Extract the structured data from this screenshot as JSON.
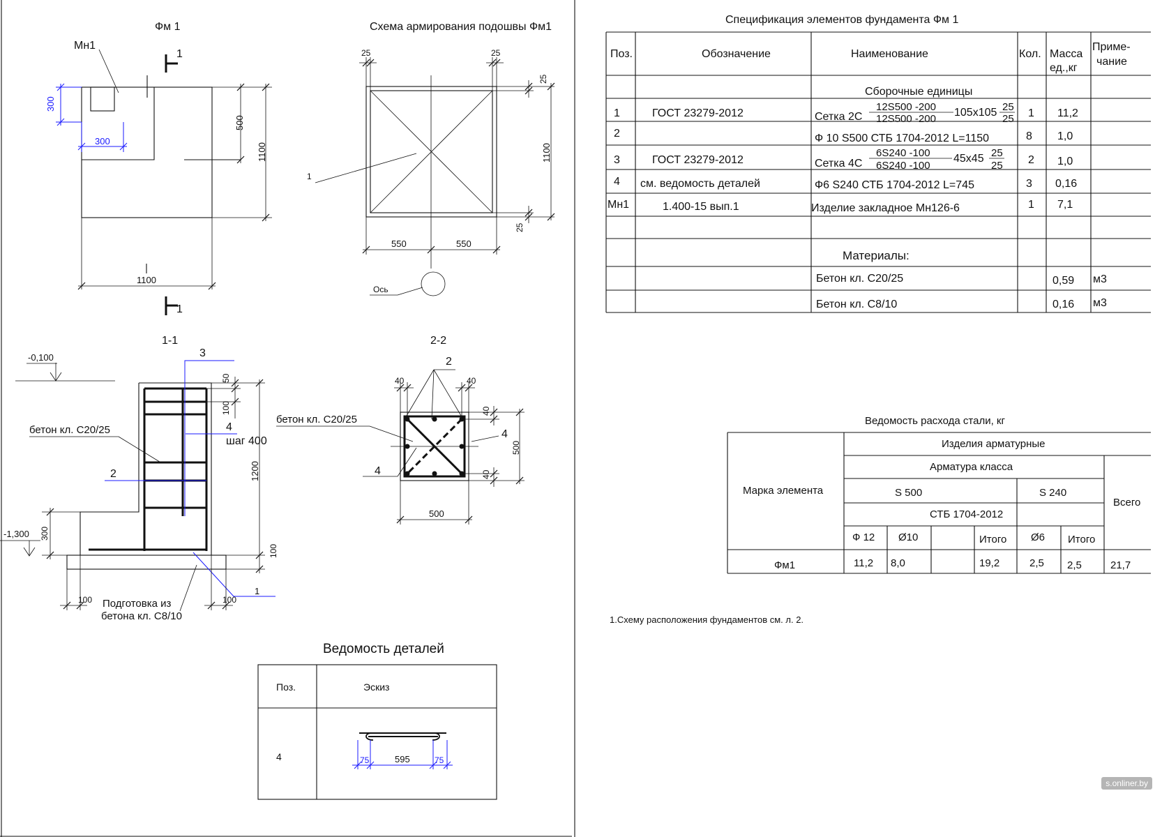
{
  "views": {
    "plan_title": "Фм 1",
    "embed_label": "Мн1",
    "cut_mark_top": "1",
    "cut_mark_bottom": "1",
    "plan_dim_300_v": "300",
    "plan_dim_300_h": "300",
    "plan_dim_500": "500",
    "plan_dim_1100_v": "1100",
    "plan_dim_1100_h": "1100",
    "reinf_title": "Схема армирования подошвы Фм1",
    "reinf_dim_25_tl": "25",
    "reinf_dim_25_tr": "25",
    "reinf_dim_25_rt": "25",
    "reinf_dim_25_rb": "25",
    "reinf_dim_1100": "1100",
    "reinf_dim_550_l": "550",
    "reinf_dim_550_r": "550",
    "reinf_pos_1": "1",
    "axis_label": "Ось",
    "section_11_title": "1-1",
    "level_top": "-0,100",
    "level_bottom": "-1,300",
    "concrete_label_11": "бетон кл. С20/25",
    "pos_3": "3",
    "pos_4": "4",
    "step_400": "шаг 400",
    "pos_2": "2",
    "pos_1": "1",
    "sec_dim_50": "50",
    "sec_dim_100_top": "100",
    "sec_dim_1200": "1200",
    "sec_dim_300": "300",
    "sec_dim_100_bot": "100",
    "sec_dim_100_left": "100",
    "sec_dim_100_right": "100",
    "prep_label_1": "Подготовка из",
    "prep_label_2": "бетона кл. С8/10",
    "section_22_title": "2-2",
    "s22_pos_2": "2",
    "s22_dim_40_l": "40",
    "s22_dim_40_r": "40",
    "s22_dim_40_t": "40",
    "s22_dim_40_b": "40",
    "s22_dim_500_v": "500",
    "s22_dim_500_h": "500",
    "s22_concrete": "бетон кл. С20/25",
    "s22_pos_4_right": "4",
    "s22_pos_4_left": "4"
  },
  "spec": {
    "title": "Спецификация  элементов фундамента  Фм 1",
    "headers": {
      "pos": "Поз.",
      "designation": "Обозначение",
      "name": "Наименование",
      "qty": "Кол.",
      "mass1": "Масса",
      "mass2": "ед.,кг",
      "note1": "Приме-",
      "note2": "чание"
    },
    "section_assemblies": "Сборочные единицы",
    "row1": {
      "pos": "1",
      "designation": "ГОСТ 23279-2012",
      "prefix": "Сетка 2С",
      "num": "12S500 -200",
      "den": "12S500 -200",
      "mid": "105х105",
      "fnum": "25",
      "fden": "25",
      "qty": "1",
      "mass": "11,2"
    },
    "row2": {
      "pos": "2",
      "name": "Ф 10 S500 СТБ 1704-2012 L=1150",
      "qty": "8",
      "mass": "1,0"
    },
    "row3": {
      "pos": "3",
      "designation": "ГОСТ 23279-2012",
      "prefix": "Сетка 4С",
      "num": "6S240 -100",
      "den": "6S240 -100",
      "mid": "45х45",
      "fnum": "25",
      "fden": "25",
      "qty": "2",
      "mass": "1,0"
    },
    "row4": {
      "pos": "4",
      "designation": "см. ведомость деталей",
      "name": "Ф6 S240 СТБ 1704-2012 L=745",
      "qty": "3",
      "mass": "0,16"
    },
    "row5": {
      "pos": "Мн1",
      "designation": "1.400-15 вып.1",
      "name": "Изделие закладное Мн126-6",
      "qty": "1",
      "mass": "7,1"
    },
    "section_materials": "Материалы:",
    "row6": {
      "name": "Бетон кл. С20/25",
      "mass": "0,59",
      "note": "м3"
    },
    "row7": {
      "name": "Бетон кл.  С8/10",
      "mass": "0,16",
      "note": "м3"
    }
  },
  "steel": {
    "title": "Ведомость расхода стали, кг",
    "mark_header": "Марка элемента",
    "products": "Изделия арматурные",
    "rebar_class": "Арматура класса",
    "s500": "S 500",
    "s240": "S 240",
    "standard": "СТБ 1704-2012",
    "total_all": "Всего",
    "col_f12": "Ф 12",
    "col_d10": "Ø10",
    "col_total1": "Итого",
    "col_d6": "Ø6",
    "col_total2": "Итого",
    "row": {
      "mark": "Фм1",
      "f12": "11,2",
      "d10": "8,0",
      "total1": "19,2",
      "d6": "2,5",
      "total2": "2,5",
      "all": "21,7"
    }
  },
  "note": "1.Схему расположения фундаментов см. л. 2.",
  "details": {
    "title": "Ведомость деталей",
    "col_pos": "Поз.",
    "col_sketch": "Эскиз",
    "row_pos": "4",
    "dim_75_l": "75",
    "dim_595": "595",
    "dim_75_r": "75"
  },
  "watermark": "s.onliner.by"
}
